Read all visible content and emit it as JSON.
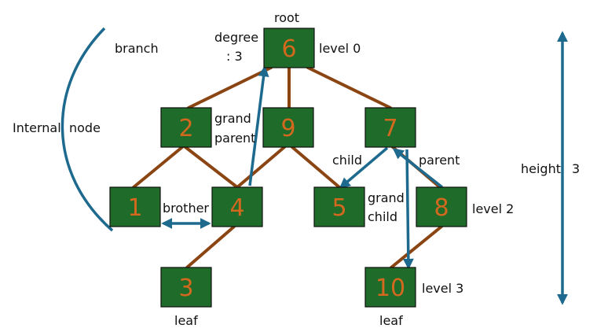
{
  "nodes": [
    {
      "id": "6",
      "label": "6"
    },
    {
      "id": "2",
      "label": "2"
    },
    {
      "id": "9",
      "label": "9"
    },
    {
      "id": "7",
      "label": "7"
    },
    {
      "id": "1",
      "label": "1"
    },
    {
      "id": "4",
      "label": "4"
    },
    {
      "id": "5",
      "label": "5"
    },
    {
      "id": "8",
      "label": "8"
    },
    {
      "id": "3",
      "label": "3"
    },
    {
      "id": "10",
      "label": "10"
    }
  ],
  "edges": [
    [
      "6",
      "2"
    ],
    [
      "6",
      "9"
    ],
    [
      "6",
      "7"
    ],
    [
      "2",
      "1"
    ],
    [
      "2",
      "4"
    ],
    [
      "9",
      "4"
    ],
    [
      "9",
      "5"
    ],
    [
      "7",
      "8"
    ],
    [
      "4",
      "3"
    ],
    [
      "8",
      "10"
    ]
  ],
  "labels": {
    "root": "root",
    "degree_line1": "degree",
    "degree_line2": ": 3",
    "level0": "level 0",
    "branch": "branch",
    "internal": "Internal",
    "node": "node",
    "grand_parent_1": "grand",
    "grand_parent_2": "parent",
    "child": "child",
    "parent": "parent",
    "brother": "brother",
    "grand_child_1": "grand",
    "grand_child_2": "child",
    "level2": "level 2",
    "level3": "level 3",
    "leaf_left": "leaf",
    "leaf_right": "leaf",
    "height": "height",
    "height_value": "3"
  },
  "colors": {
    "node_fill": "#1f6b2a",
    "node_text": "#d2691e",
    "edge": "#8b4513",
    "arrow": "#1e6a8e"
  }
}
